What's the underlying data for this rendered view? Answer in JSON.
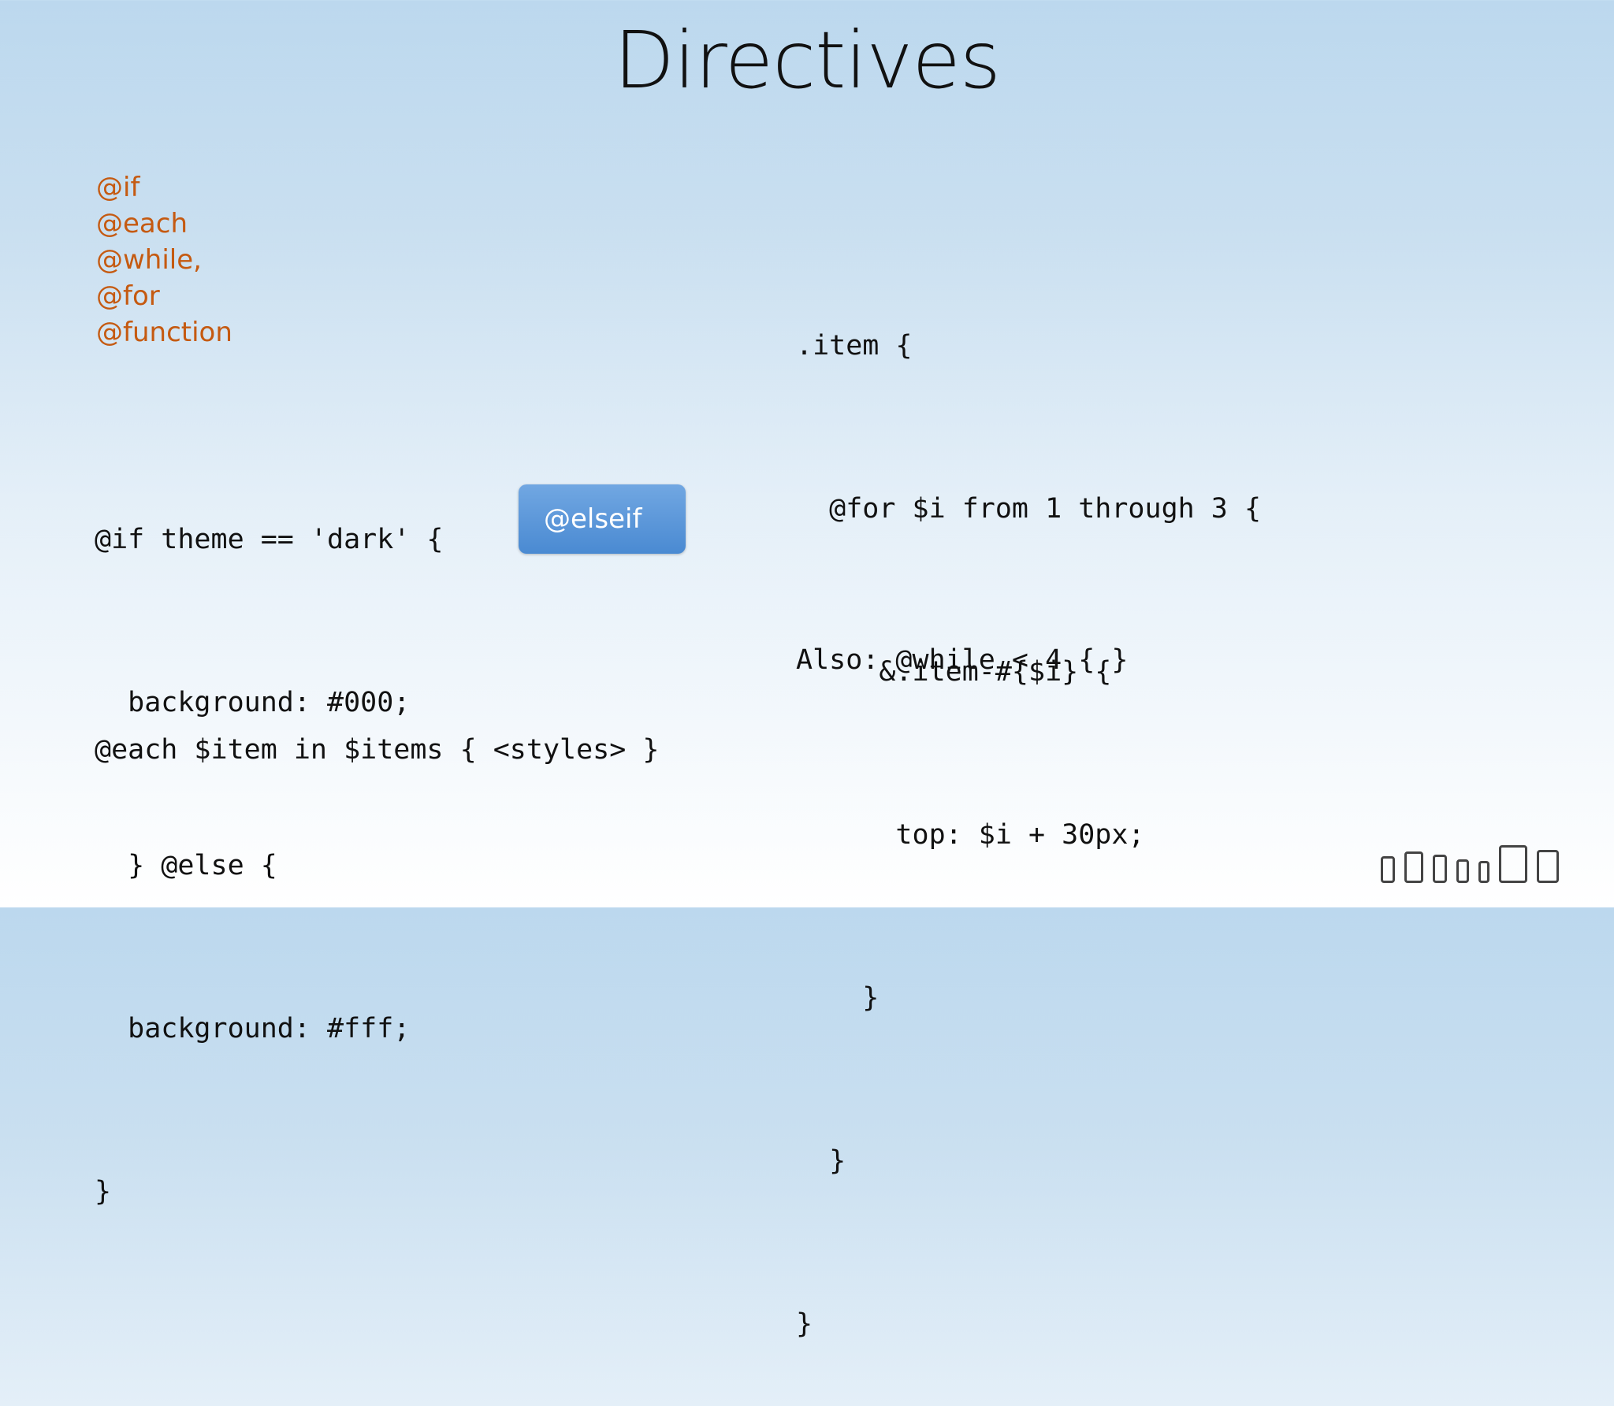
{
  "slide": {
    "title": "Directives",
    "directives_list": [
      "@if",
      "@each",
      "@while,",
      "@for",
      "@function"
    ],
    "if_example": [
      "@if theme == 'dark' {",
      "  background: #000;",
      "  } @else {",
      "  background: #fff;",
      "}"
    ],
    "elseif_callout": "@elseif",
    "each_example": "@each $item in $items { <styles> }",
    "for_example": [
      ".item {",
      "  @for $i from 1 through 3 {",
      "     &.item-#{$i} {",
      "      top: $i + 30px;",
      "    }",
      "  }",
      "}"
    ],
    "while_example": "Also: @while < 4 { }",
    "accent_color": "#c55a11",
    "callout_color": "#4a8ad2",
    "footer_icon": "devices-icon"
  }
}
